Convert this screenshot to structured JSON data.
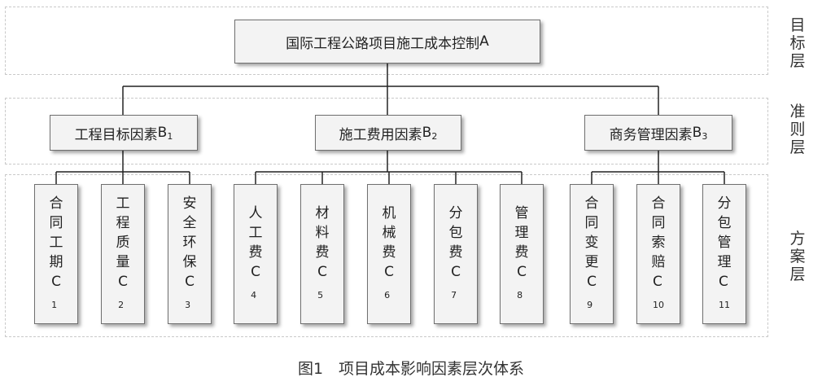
{
  "layers": {
    "goal": "目标层",
    "criteria": "准则层",
    "scheme": "方案层"
  },
  "goal": {
    "text": "国际工程公路项目施工成本控制",
    "code": "A"
  },
  "criteria": [
    {
      "text": "工程目标因素",
      "code": "B",
      "sub": "1"
    },
    {
      "text": "施工费用因素",
      "code": "B",
      "sub": "2"
    },
    {
      "text": "商务管理因素",
      "code": "B",
      "sub": "3"
    }
  ],
  "schemes": [
    {
      "text": "合同工期",
      "code": "C",
      "sub": "1"
    },
    {
      "text": "工程质量",
      "code": "C",
      "sub": "2"
    },
    {
      "text": "安全环保",
      "code": "C",
      "sub": "3"
    },
    {
      "text": "人工费",
      "code": "C",
      "sub": "4"
    },
    {
      "text": "材料费",
      "code": "C",
      "sub": "5"
    },
    {
      "text": "机械费",
      "code": "C",
      "sub": "6"
    },
    {
      "text": "分包费",
      "code": "C",
      "sub": "7"
    },
    {
      "text": "管理费",
      "code": "C",
      "sub": "8"
    },
    {
      "text": "合同变更",
      "code": "C",
      "sub": "9"
    },
    {
      "text": "合同索赔",
      "code": "C",
      "sub": "10"
    },
    {
      "text": "分包管理",
      "code": "C",
      "sub": "11"
    }
  ],
  "caption": "图1　项目成本影响因素层次体系"
}
